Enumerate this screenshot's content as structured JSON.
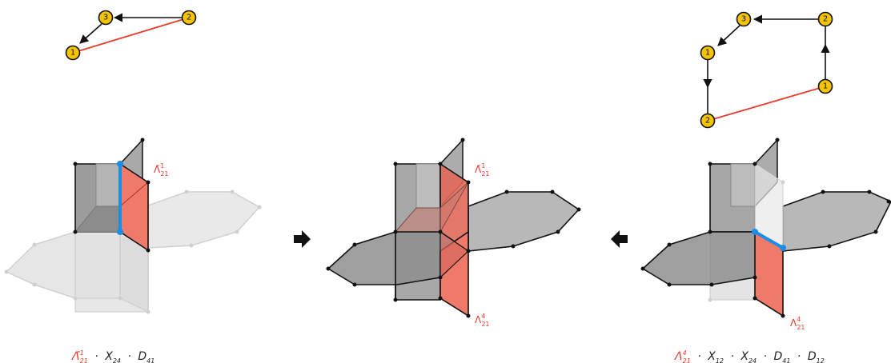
{
  "graph_left": {
    "nodes": [
      {
        "label": "3"
      },
      {
        "label": "2"
      },
      {
        "label": "1"
      }
    ]
  },
  "graph_right": {
    "nodes": [
      {
        "label": "3"
      },
      {
        "label": "2"
      },
      {
        "label": "1"
      },
      {
        "label": "1"
      },
      {
        "label": "2"
      }
    ]
  },
  "labels": {
    "lambda_bar": {
      "base": "Λ̄",
      "sup": "1",
      "sub": "21"
    },
    "lambda": {
      "base": "Λ",
      "sup": "4",
      "sub": "21"
    }
  },
  "captions": {
    "left": {
      "lam": "Λ̄",
      "lam_sup": "1",
      "lam_sub": "21",
      "dot1": "·",
      "x": "X",
      "x_sub": "24",
      "dot2": "·",
      "d": "D",
      "d_sub": "41"
    },
    "right": {
      "lam": "Λ",
      "lam_sup": "4",
      "lam_sub": "21",
      "dot1": "·",
      "x1": "X",
      "x1_sub": "12",
      "dot2": "·",
      "x2": "X",
      "x2_sub": "24",
      "dot3": "·",
      "d1": "D",
      "d1_sub": "41",
      "dot4": "·",
      "d2": "D",
      "d2_sub": "12"
    }
  },
  "arrows": {
    "left_arrow": "right-pointing",
    "right_arrow": "left-pointing"
  },
  "colors": {
    "red_face": "#f07a6a",
    "red_edge": "#e8392a",
    "grey_face": "#9a9a9a",
    "light_face": "#dcdcdc",
    "blue_edge": "#1a8ee6",
    "node_fill": "#f5c400"
  }
}
